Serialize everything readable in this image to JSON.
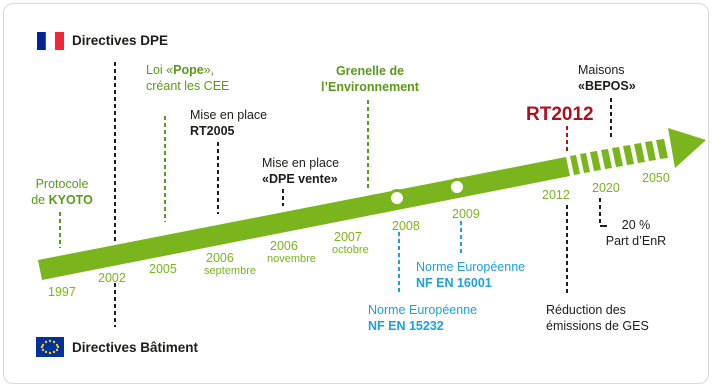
{
  "header_france": "Directives DPE",
  "footer_europe": "Directives Bâtiment",
  "colors": {
    "arrow_green": "#7ab51d",
    "dark_green": "#5c9a1b",
    "blue": "#1ea0dc",
    "red": "#b0101e",
    "text": "#1d1d1b",
    "eu_blue": "#003399",
    "eu_stars": "#ffcc00",
    "fr_blue": "#002395",
    "fr_red": "#ed2939"
  },
  "years": {
    "y1997": "1997",
    "y2002": "2002",
    "y2005": "2005",
    "y2006s": "2006",
    "y2006s_month": "septembre",
    "y2006n": "2006",
    "y2006n_month": "novembre",
    "y2007": "2007",
    "y2007_month": "octobre",
    "y2008": "2008",
    "y2009": "2009",
    "y2012": "2012",
    "y2020": "2020",
    "y2050": "2050"
  },
  "events": {
    "kyoto_line1": "Protocole",
    "kyoto_pre": "de ",
    "kyoto_bold": "KYOTO",
    "pope_pre": "Loi «",
    "pope_bold": "Pope",
    "pope_post": "»,",
    "pope_line2": "créant les CEE",
    "rt2005_line1": "Mise en place",
    "rt2005_bold": "RT2005",
    "dpe_line1": "Mise en place",
    "dpe_bold": "«DPE vente»",
    "grenelle_line1": "Grenelle de",
    "grenelle_line2": "l’Environnement",
    "rt2012": "RT2012",
    "bepos_line1": "Maisons",
    "bepos_bold": "«BEPOS»",
    "enr_line1": "20 %",
    "enr_line2": "Part d’EnR",
    "norme16001_line1": "Norme Européenne",
    "norme16001_bold": "NF EN 16001",
    "norme15232_line1": "Norme Européenne",
    "norme15232_bold": "NF EN 15232",
    "ges_line1": "Réduction des",
    "ges_line2": "émissions de GES"
  }
}
